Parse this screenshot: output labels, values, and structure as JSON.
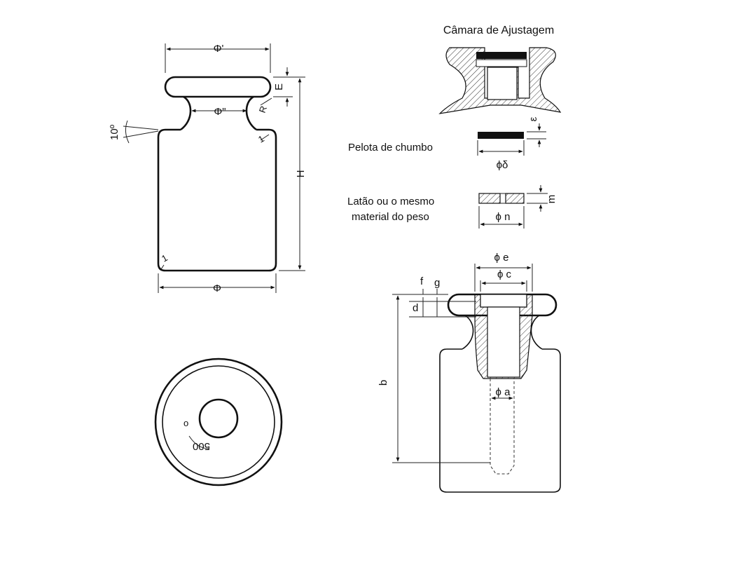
{
  "title_camara": "Câmara de Ajustagem",
  "label_pelota": "Pelota de chumbo",
  "label_latao_1": "Latão ou o mesmo",
  "label_latao_2": "material do peso",
  "dims": {
    "phi_prime": "Φ'",
    "phi_double": "Φ\"",
    "phi": "Φ",
    "E": "E",
    "H": "H",
    "R": "R",
    "angle": "10º",
    "r1": "1",
    "r2": "1",
    "epsilon": "ε",
    "phi_delta": "ϕδ",
    "m": "m",
    "phi_n": "ϕ n",
    "phi_e": "ϕ e",
    "phi_c": "ϕ c",
    "f": "f",
    "g": "g",
    "d": "d",
    "b": "b",
    "phi_a": "ϕ a"
  },
  "top_view": {
    "mass": "500",
    "mark": "o"
  }
}
